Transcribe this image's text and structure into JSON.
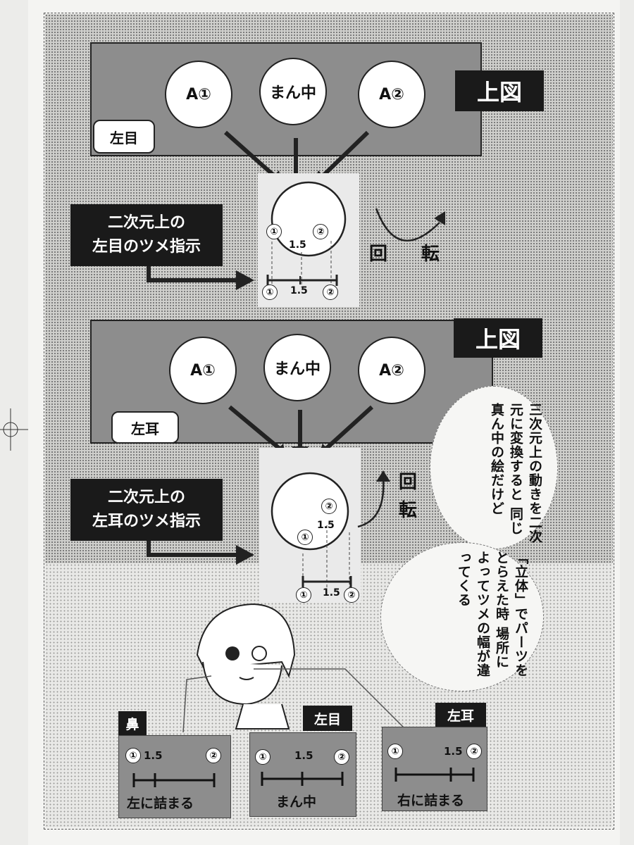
{
  "diagram_top": {
    "header": "上図",
    "circles": [
      "A①",
      "まん中",
      "A②"
    ],
    "tag": "左目",
    "label_line1": "二次元上の",
    "label_line2": "左目のツメ指示",
    "rotate_a": "回",
    "rotate_b": "転",
    "scale_marks": [
      "①",
      "1.5",
      "②"
    ]
  },
  "diagram_bottom": {
    "header": "上図",
    "circles": [
      "A①",
      "まん中",
      "A②"
    ],
    "tag": "左耳",
    "label_line1": "二次元上の",
    "label_line2": "左耳のツメ指示",
    "rotate_a": "回",
    "rotate_b": "転",
    "scale_marks": [
      "①",
      "1.5",
      "②"
    ]
  },
  "note_1": "三次元上の動きを二次元に変換すると 同じ真ん中の絵だけど",
  "note_2": "「立体」でパーツをとらえた時 場所によってツメの幅が違ってくる",
  "bottom_boxes": [
    {
      "label": "鼻",
      "marks": [
        "①",
        "1.5",
        "②"
      ],
      "caption": "左に詰まる"
    },
    {
      "label": "左目",
      "marks": [
        "①",
        "1.5",
        "②"
      ],
      "caption": "まん中"
    },
    {
      "label": "左耳",
      "marks": [
        "①",
        "1.5",
        "②"
      ],
      "caption": "右に詰まる"
    }
  ]
}
